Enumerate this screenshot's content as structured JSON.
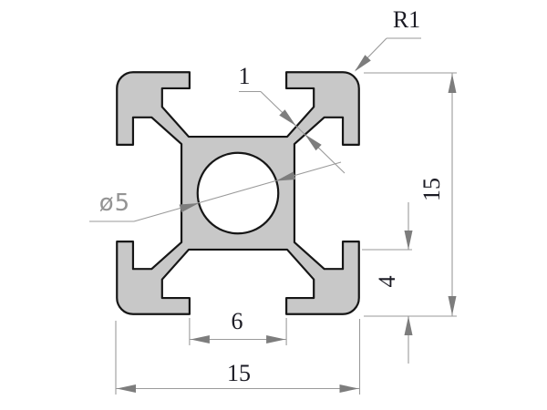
{
  "drawing": {
    "type": "technical-cross-section",
    "labels": {
      "corner_radius": "R1",
      "wall_thickness": "1",
      "center_hole_diameter": "ø5",
      "overall_height": "15",
      "slot_depth": "4",
      "slot_opening_width": "6",
      "overall_width": "15"
    },
    "colors": {
      "background": "#ffffff",
      "profile_fill": "#c8c8c8",
      "profile_outline": "#161616",
      "dimension_line": "#9a9a9a",
      "arrow": "#7d7d7d",
      "label_text": "#1b1b24",
      "hole_label_text": "#949494"
    }
  }
}
